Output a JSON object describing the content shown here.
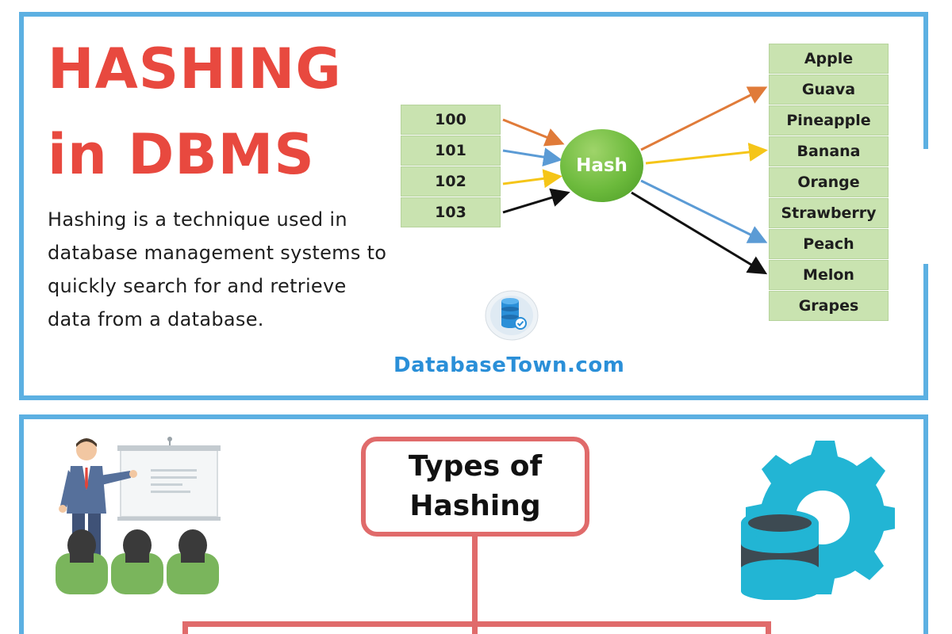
{
  "title": {
    "line1": "HASHING",
    "line2": "in DBMS"
  },
  "description": "Hashing is a technique used in database management systems to quickly search for and retrieve data from a database.",
  "diagram": {
    "keys": [
      "100",
      "101",
      "102",
      "103"
    ],
    "hash_label": "Hash",
    "values": [
      "Apple",
      "Guava",
      "Pineapple",
      "Banana",
      "Orange",
      "Strawberry",
      "Peach",
      "Melon",
      "Grapes"
    ],
    "arrow_colors": {
      "orange": "#e07b39",
      "blue": "#5b9bd5",
      "yellow": "#f5c518",
      "black": "#111111"
    }
  },
  "brand": "DatabaseTown.com",
  "types_box": "Types of\nHashing",
  "colors": {
    "title_red": "#e8493f",
    "frame_blue": "#5cb0e2",
    "cell_green": "#c9e3b0",
    "hash_green": "#6cba3c",
    "tree_red": "#e06b6b",
    "brand_blue": "#2a8fd8",
    "gear_cyan": "#22b5d4"
  },
  "icons": [
    "database-logo-icon",
    "presenter-audience-icon",
    "database-gear-icon"
  ]
}
